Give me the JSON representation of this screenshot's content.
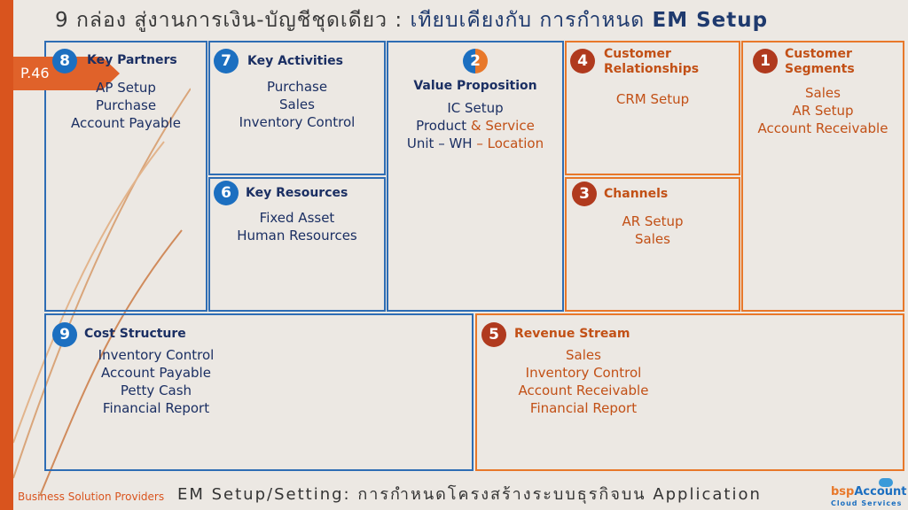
{
  "title": {
    "prefix": "9 กล่อง สู่งานการเงิน-บัญชีชุดเดียว : ",
    "middle": "เทียบเคียงกับ การกำหนด ",
    "highlight": "EM Setup"
  },
  "page_label": "P.46",
  "blocks": {
    "key_partners": {
      "num": "8",
      "heading": "Key Partners",
      "items": [
        "AP Setup",
        "Purchase",
        "Account Payable"
      ]
    },
    "key_activities": {
      "num": "7",
      "heading": "Key Activities",
      "items": [
        "Purchase",
        "Sales",
        "Inventory Control"
      ]
    },
    "key_resources": {
      "num": "6",
      "heading": "Key Resources",
      "items": [
        "Fixed Asset",
        "Human Resources"
      ]
    },
    "value_proposition": {
      "num": "2",
      "heading": "Value Proposition",
      "line1": "IC Setup",
      "line2a": "Product ",
      "line2b": "& Service",
      "line3a": "Unit – WH ",
      "line3b": "– Location"
    },
    "customer_relationships": {
      "num": "4",
      "heading_line1": "Customer",
      "heading_line2": "Relationships",
      "items": [
        "CRM Setup"
      ]
    },
    "channels": {
      "num": "3",
      "heading": "Channels",
      "items": [
        "AR Setup",
        "Sales"
      ]
    },
    "customer_segments": {
      "num": "1",
      "heading_line1": "Customer",
      "heading_line2": "Segments",
      "items": [
        "Sales",
        "AR Setup",
        "Account Receivable"
      ]
    },
    "cost_structure": {
      "num": "9",
      "heading": "Cost Structure",
      "items": [
        "Inventory Control",
        "Account Payable",
        "Petty Cash",
        "Financial Report"
      ]
    },
    "revenue_stream": {
      "num": "5",
      "heading": "Revenue Stream",
      "items": [
        "Sales",
        "Inventory Control",
        "Account Receivable",
        "Financial Report"
      ]
    }
  },
  "footer": "EM Setup/Setting: การกำหนดโครงสร้างระบบธุรกิจบน Application",
  "bottom_left": "Business Solution Providers",
  "logo": {
    "bsp": "bsp",
    "account": "Account",
    "sub": "Cloud Services"
  },
  "colors": {
    "accent_orange": "#e8782a",
    "accent_blue": "#2e6db4",
    "side_bar": "#d9541e"
  }
}
